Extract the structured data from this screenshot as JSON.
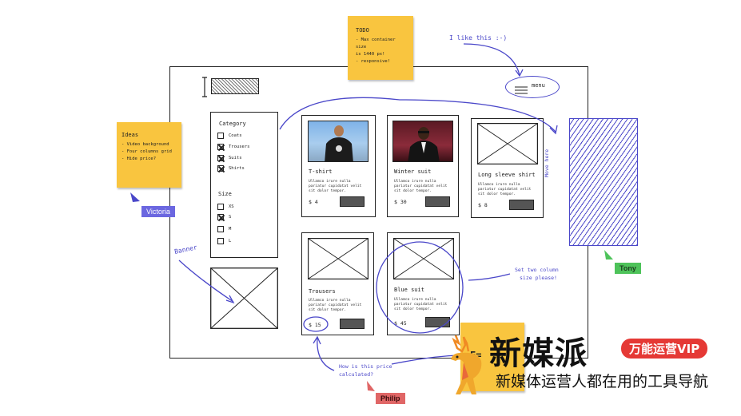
{
  "colors": {
    "sticky": "#f9c53f",
    "annotation_ink": "#4a47c9",
    "victoria": "#6b67e0",
    "tony": "#4ec35a",
    "philip": "#e06666",
    "brand_red": "#e53935"
  },
  "todo_note": {
    "title": "TODO",
    "items": [
      "- Max container size",
      "is 1440 px!",
      "- responsive!"
    ]
  },
  "ideas_note": {
    "title": "Ideas",
    "items": [
      "- Video background",
      "- Four columns grid",
      "- Hide price?"
    ]
  },
  "menu": {
    "label": "menu",
    "icon": "hamburger-icon"
  },
  "filters": {
    "category_title": "Category",
    "category": [
      {
        "label": "Coats",
        "checked": false
      },
      {
        "label": "Trousers",
        "checked": true
      },
      {
        "label": "Suits",
        "checked": true
      },
      {
        "label": "Shirts",
        "checked": true
      }
    ],
    "size_title": "Size",
    "sizes": [
      {
        "label": "XS",
        "checked": false
      },
      {
        "label": "S",
        "checked": true
      },
      {
        "label": "M",
        "checked": false
      },
      {
        "label": "L",
        "checked": false
      }
    ]
  },
  "products": [
    {
      "name": "T-shirt",
      "desc": "Ullamco irure nulla pariatur cupidatat velit sit dolor tempor.",
      "price": "$ 4",
      "image": "photo"
    },
    {
      "name": "Winter suit",
      "desc": "Ullamco irure nulla pariatur cupidatat velit sit dolor tempor.",
      "price": "$ 30",
      "image": "photo"
    },
    {
      "name": "Long sleeve shirt",
      "desc": "Ullamco irure nulla pariatur cupidatat velit sit dolor tempor.",
      "price": "$ 8",
      "image": "placeholder"
    },
    {
      "name": "Trousers",
      "desc": "Ullamco irure nulla pariatur cupidatat velit sit dolor tempor.",
      "price": "$ 15",
      "image": "placeholder"
    },
    {
      "name": "Blue suit",
      "desc": "Ullamco irure nulla pariatur cupidatat velit sit dolor tempor.",
      "price": "$ 45",
      "image": "placeholder"
    }
  ],
  "annotations": {
    "like_this": "I like this :-)",
    "move_here": "Move here",
    "banner": "Banner",
    "two_column": [
      "Set two column",
      "size please!"
    ],
    "price_question": [
      "How is this price",
      "calculated?"
    ]
  },
  "cursors": {
    "victoria": "Victoria",
    "tony": "Tony",
    "philip": "Philip"
  },
  "watermark": {
    "note_text": "E=",
    "brand": "新媒派",
    "badge": "万能运营VIP",
    "tagline": "新媒体运营人都在用的工具导航"
  }
}
